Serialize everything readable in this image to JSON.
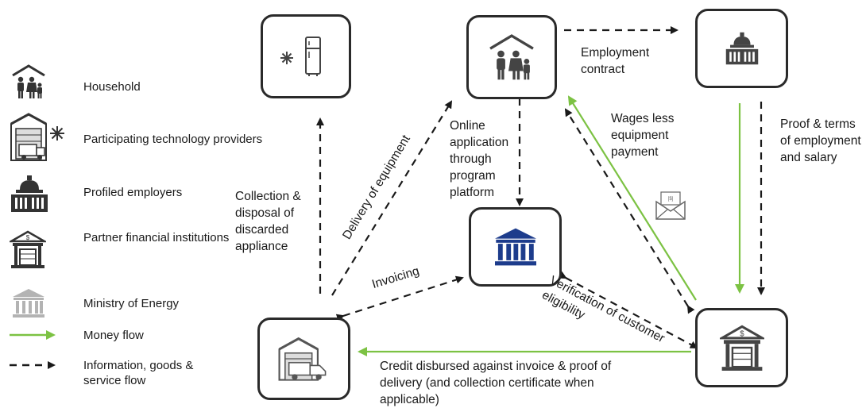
{
  "legend": {
    "items": [
      {
        "label": "Household",
        "icon": "household-icon"
      },
      {
        "label": "Participating technology providers",
        "icon": "technology-provider-icon"
      },
      {
        "label": "Profiled employers",
        "icon": "employer-icon"
      },
      {
        "label": "Partner financial institutions",
        "icon": "bank-icon"
      },
      {
        "label": "Ministry of Energy",
        "icon": "ministry-icon"
      },
      {
        "label": "Money flow",
        "icon": "green-arrow-icon"
      },
      {
        "label": "Information, goods & service flow",
        "icon": "dashed-arrow-icon"
      }
    ]
  },
  "colors": {
    "money_flow": "#7cc243",
    "info_flow": "#1a1a1a",
    "ministry": "#1d3c8c",
    "legend_ministry": "#b3b3b3",
    "box_border": "#2a2a2a"
  },
  "nodes": {
    "appliance": {
      "icon": "appliance-icon"
    },
    "household": {
      "icon": "household-icon"
    },
    "employer": {
      "icon": "employer-icon"
    },
    "ministry": {
      "icon": "ministry-icon"
    },
    "provider": {
      "icon": "technology-provider-icon"
    },
    "bank": {
      "icon": "bank-icon"
    }
  },
  "flows": {
    "employment_contract": "Employment contract",
    "wages_less": "Wages less equipment payment",
    "proof_terms": "Proof & terms of employment and salary",
    "online_application": "Online application through program platform",
    "delivery": "Delivery of equipment",
    "collection": "Collection & disposal of discarded appliance",
    "invoicing": "Invoicing",
    "verification": "Verification of customer eligibility",
    "credit": "Credit disbursed against invoice & proof of delivery (and collection certificate when applicable)"
  }
}
